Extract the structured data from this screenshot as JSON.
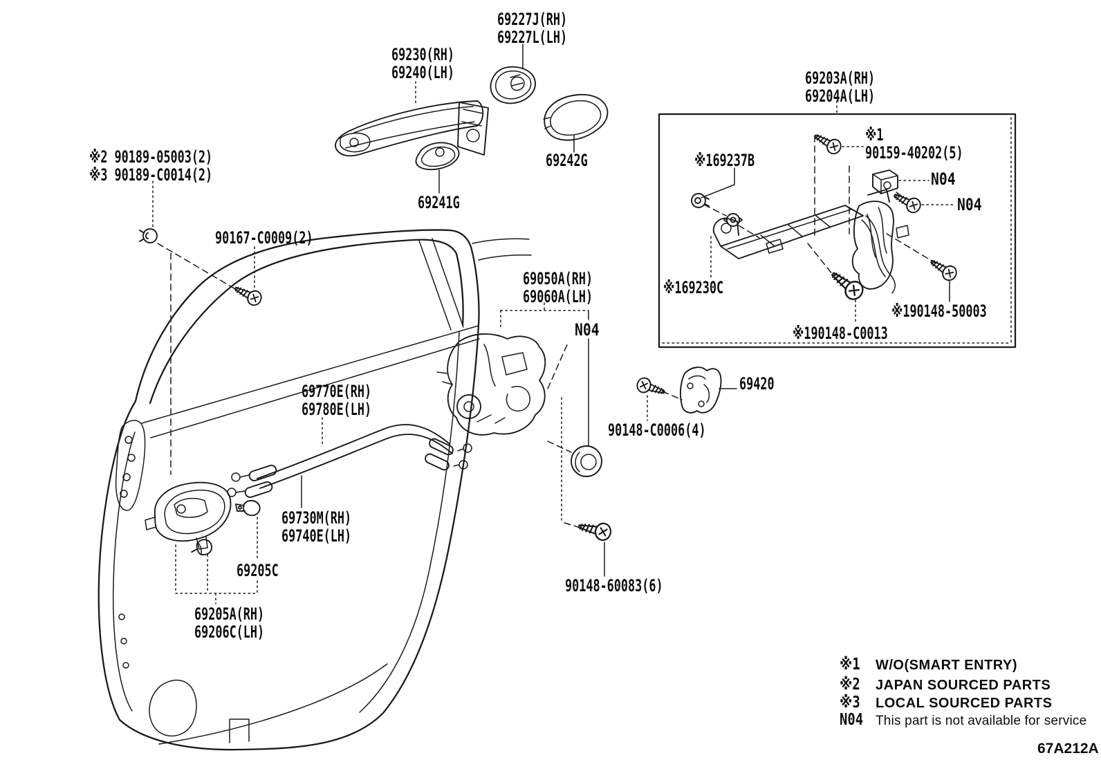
{
  "meta": {
    "diagram_code": "67A212A"
  },
  "labels": {
    "p69227": {
      "line1": "69227J(RH)",
      "line2": "69227L(LH)"
    },
    "p69230": {
      "line1": "69230(RH)",
      "line2": "69240(LH)"
    },
    "p69242g": {
      "line1": "69242G"
    },
    "p69241g": {
      "line1": "69241G"
    },
    "p69203a": {
      "line1": "69203A(RH)",
      "line2": "69204A(LH)"
    },
    "p90189": {
      "line1": "※2 90189-05003(2)",
      "line2": "※3 90189-C0014(2)"
    },
    "p90167": {
      "line1": "90167-C0009(2)"
    },
    "p90159": {
      "line1": "※1",
      "line2": "90159-40202(5)"
    },
    "p69237b": {
      "line1": "※169237B"
    },
    "n04_a": {
      "line1": "N04"
    },
    "n04_b": {
      "line1": "N04"
    },
    "n04_c": {
      "line1": "N04"
    },
    "p69230c": {
      "line1": "※169230C"
    },
    "p90148_50003": {
      "line1": "※190148-50003"
    },
    "p90148_c0013": {
      "line1": "※190148-C0013"
    },
    "p69050a": {
      "line1": "69050A(RH)",
      "line2": "69060A(LH)"
    },
    "p69420": {
      "line1": "69420"
    },
    "p90148_c0006": {
      "line1": "90148-C0006(4)"
    },
    "p69770e": {
      "line1": "69770E(RH)",
      "line2": "69780E(LH)"
    },
    "p69730m": {
      "line1": "69730M(RH)",
      "line2": "69740E(LH)"
    },
    "p69205c": {
      "line1": "69205C"
    },
    "p69205a": {
      "line1": "69205A(RH)",
      "line2": "69206C(LH)"
    },
    "p90148_60083": {
      "line1": "90148-60083(6)"
    }
  },
  "legend": {
    "items": [
      {
        "symbol": "※1",
        "text": "W/O(SMART ENTRY)"
      },
      {
        "symbol": "※2",
        "text": "JAPAN SOURCED PARTS"
      },
      {
        "symbol": "※3",
        "text": "LOCAL SOURCED PARTS"
      },
      {
        "symbol": "N04",
        "text": "This part is not available for service"
      }
    ]
  }
}
